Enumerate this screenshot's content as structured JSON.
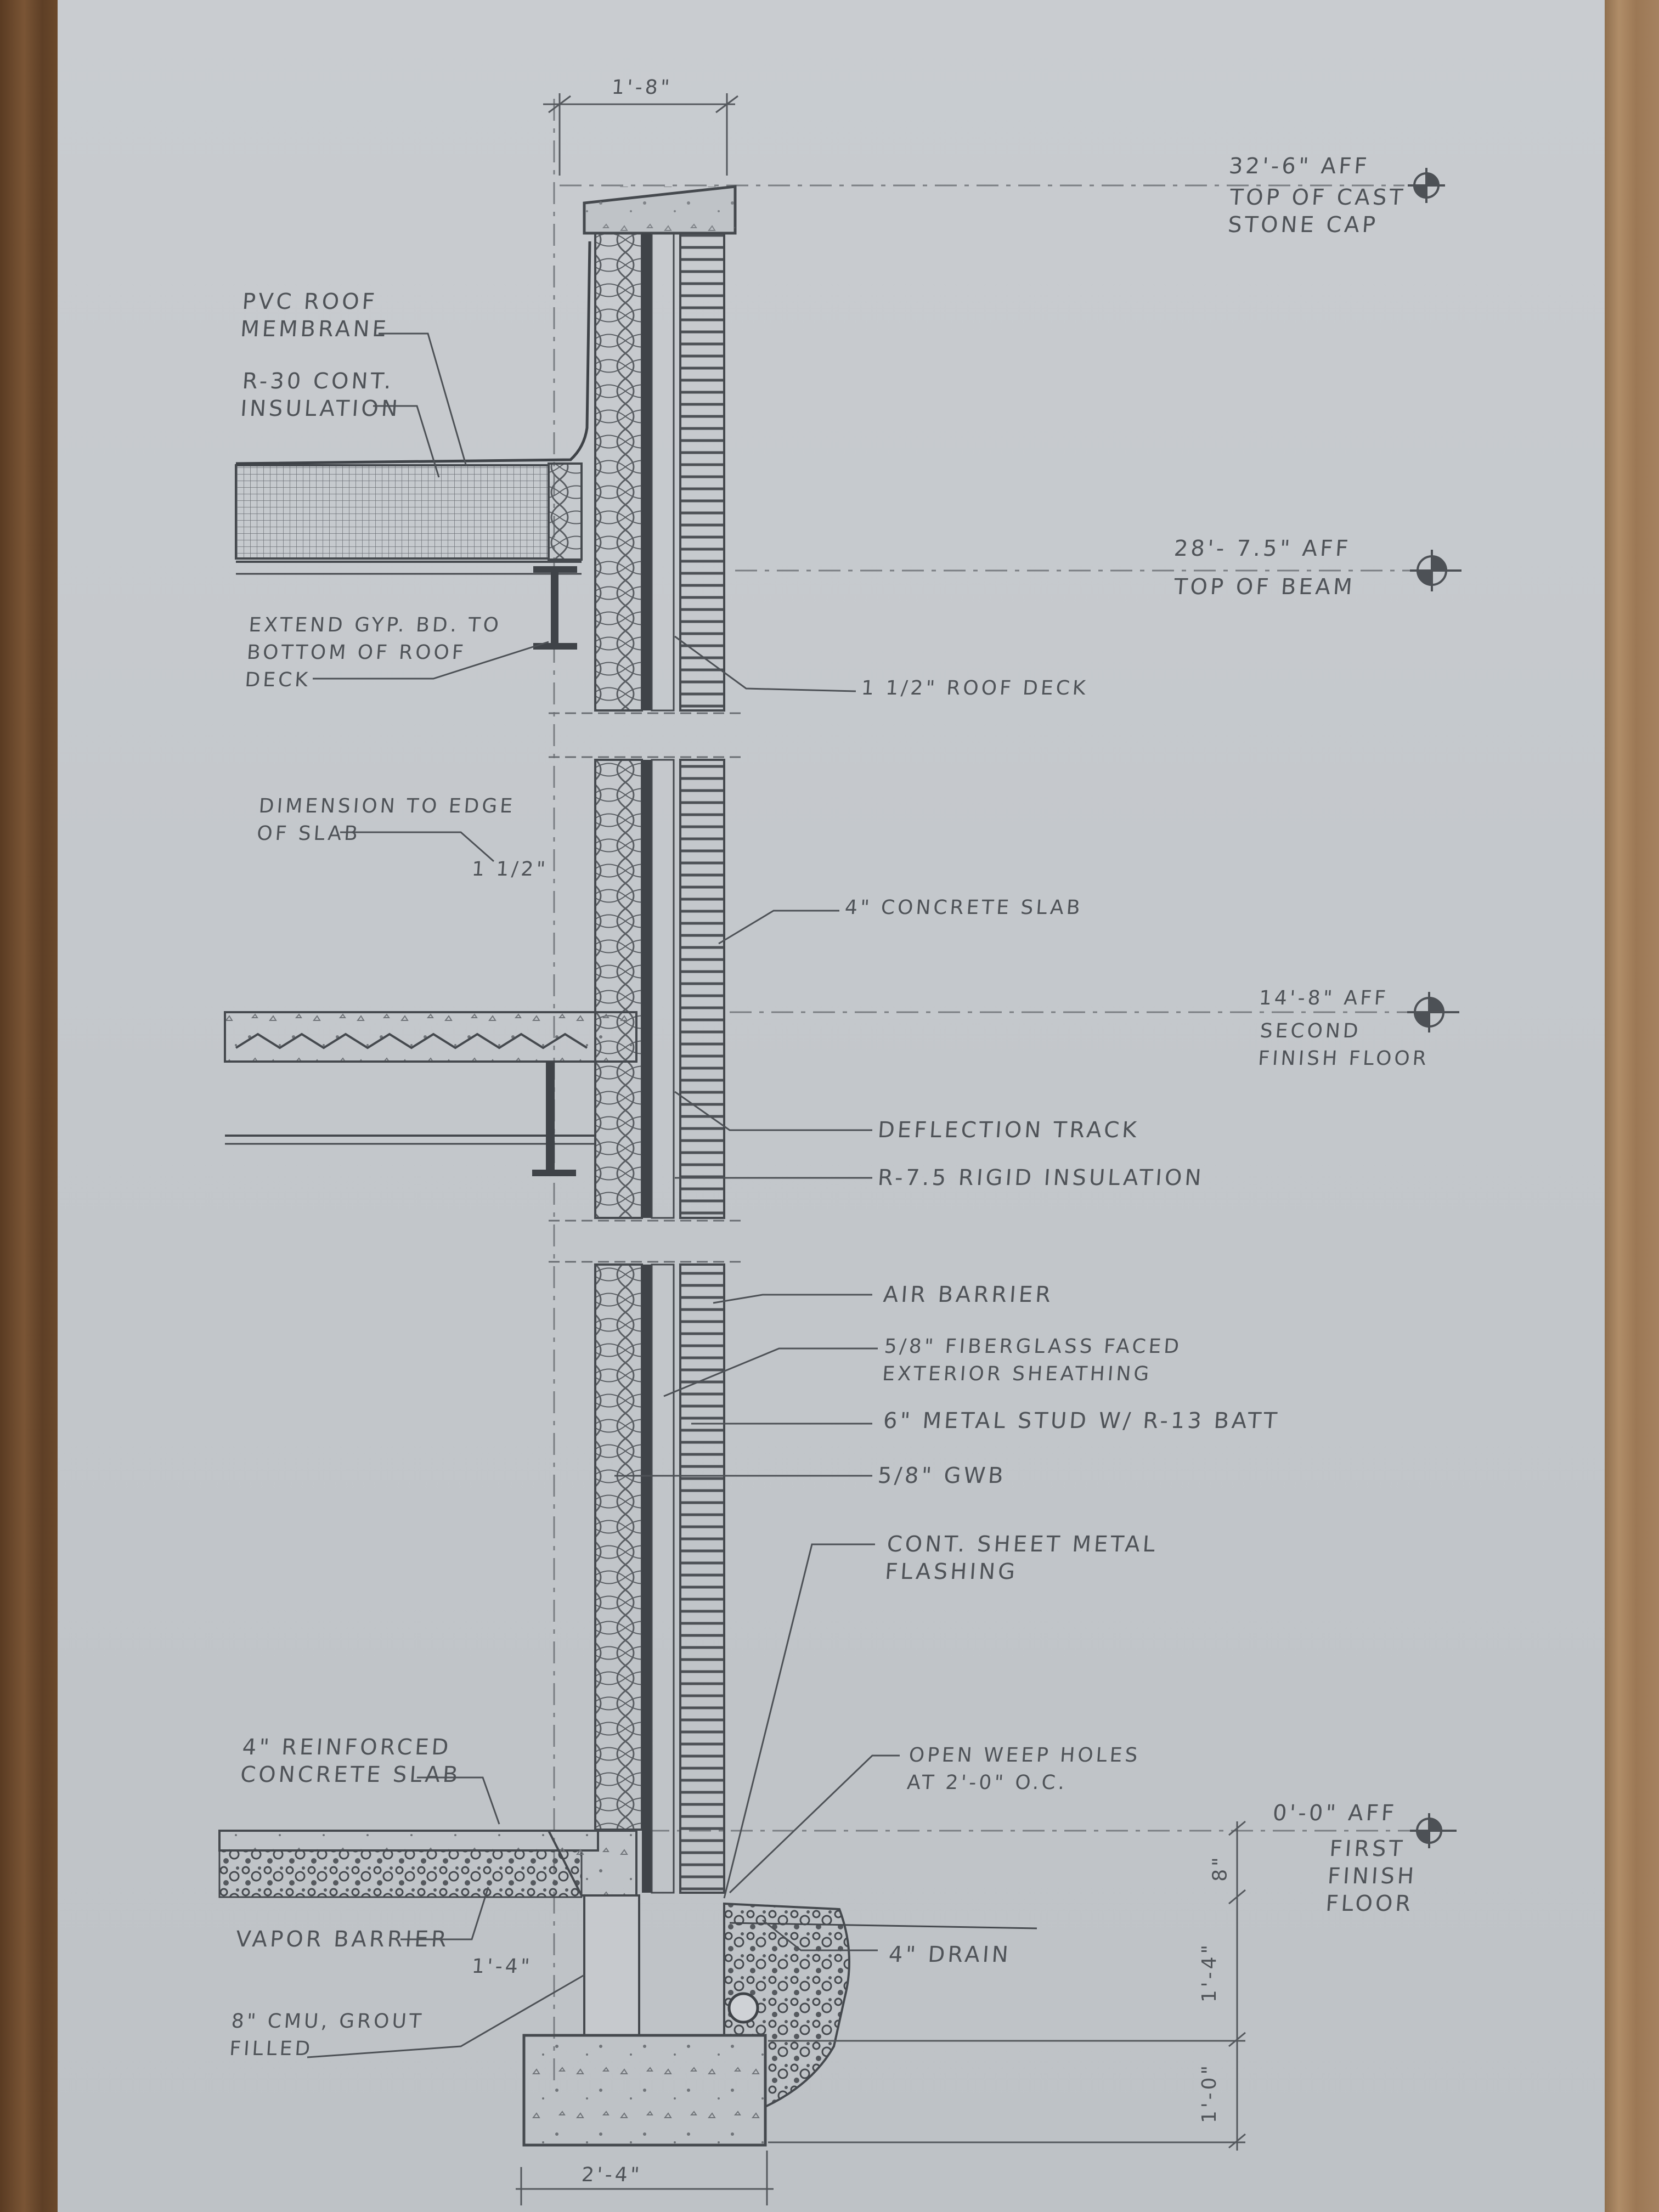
{
  "dimensions": {
    "wall_width": "1'-8\"",
    "slab_offset": "1 1/2\"",
    "slab_step": "8\"",
    "footing_depth": "1'-4\"",
    "footing_thickness": "1'-0\"",
    "cmu_width": "1'-4\"",
    "footing_width": "2'-4\""
  },
  "levels": [
    {
      "elevation": "32'-6\" AFF",
      "label": "TOP OF CAST\nSTONE CAP"
    },
    {
      "elevation": "28'- 7.5\" AFF",
      "label": "TOP OF BEAM"
    },
    {
      "elevation": "14'-8\" AFF",
      "label": "SECOND\nFINISH FLOOR"
    },
    {
      "elevation": "0'-0\" AFF",
      "label": "FIRST\nFINISH\nFLOOR"
    }
  ],
  "callouts": {
    "pvc_roof_membrane": "PVC ROOF\nMEMBRANE",
    "r30_insulation": "R-30 CONT.\nINSULATION",
    "extend_gyp": "EXTEND GYP. BD. TO\nBOTTOM OF ROOF\nDECK",
    "roof_deck": "1 1/2\" ROOF DECK",
    "dimension_to_edge": "DIMENSION TO EDGE\nOF SLAB",
    "concrete_slab_4": "4\" CONCRETE SLAB",
    "deflection_track": "DEFLECTION TRACK",
    "rigid_insulation": "R-7.5 RIGID INSULATION",
    "air_barrier": "AIR BARRIER",
    "fiberglass_sheathing": "5/8\" FIBERGLASS FACED\nEXTERIOR SHEATHING",
    "metal_stud": "6\" METAL STUD W/ R-13 BATT",
    "gwb": "5/8\" GWB",
    "flashing": "CONT. SHEET METAL\nFLASHING",
    "reinforced_slab": "4\" REINFORCED\nCONCRETE SLAB",
    "weep_holes": "OPEN WEEP HOLES\nAT 2'-0\" O.C.",
    "vapor_barrier": "VAPOR BARRIER",
    "drain": "4\" DRAIN",
    "cmu": "8\" CMU, GROUT\nFILLED"
  }
}
